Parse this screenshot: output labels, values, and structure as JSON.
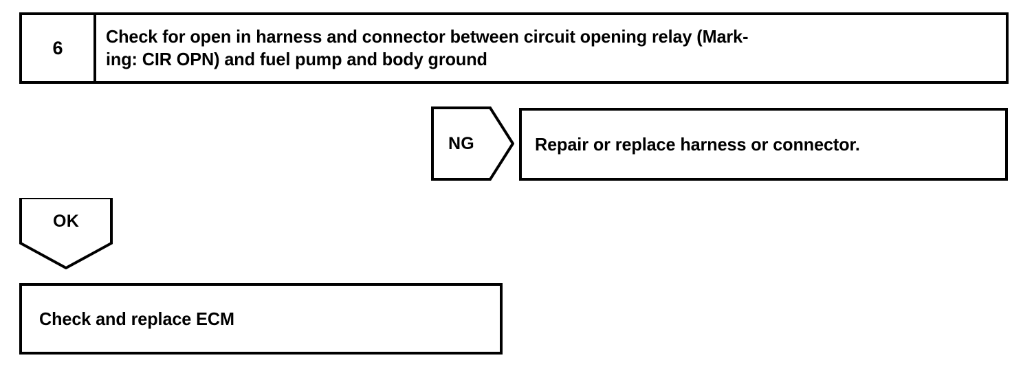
{
  "flowchart": {
    "type": "diagnostic-troubleshooting-flowchart",
    "stroke_color": "#000000",
    "background_color": "#ffffff",
    "step": {
      "number": "6",
      "description": "Check for open in harness and connector between circuit opening relay (Mark-\ning: CIR OPN) and fuel pump and body ground"
    },
    "branches": [
      {
        "result_label": "NG",
        "direction": "right",
        "outcome": "Repair or replace harness or connector."
      },
      {
        "result_label": "OK",
        "direction": "down",
        "outcome": "Check and replace ECM"
      }
    ],
    "ng_branch": {
      "label": "NG",
      "outcome_text": "Repair or replace harness or connector."
    },
    "ok_branch": {
      "label": "OK",
      "outcome_text": "Check and replace ECM"
    }
  }
}
